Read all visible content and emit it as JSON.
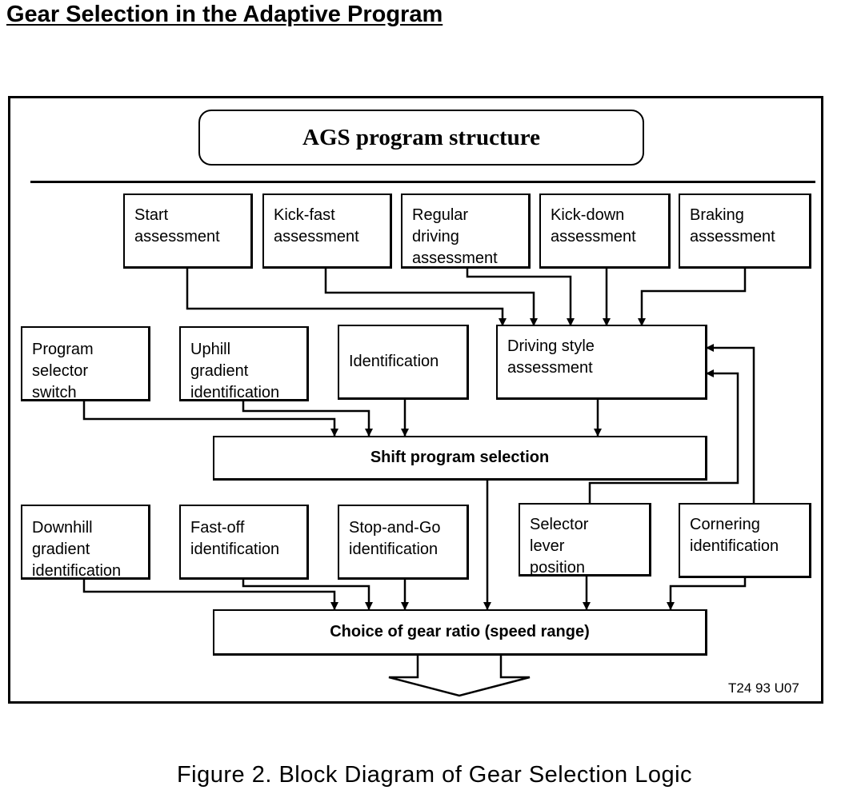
{
  "page_title": "Gear Selection in the Adaptive Program",
  "diagram_title": "AGS program structure",
  "assessments": {
    "start": "Start\nassessment",
    "kick_fast": "Kick-fast\nassessment",
    "regular_driving": "Regular\ndriving\nassessment",
    "kick_down": "Kick-down\nassessment",
    "braking": "Braking\nassessment"
  },
  "inputs_upper": {
    "program_selector": "Program\nselector\nswitch",
    "uphill": "Uphill\ngradient\nidentification",
    "identification": "Identification",
    "driving_style": "Driving style\nassessment"
  },
  "shift_program_selection": "Shift program selection",
  "inputs_lower": {
    "downhill": "Downhill\ngradient\nidentification",
    "fast_off": "Fast-off\nidentification",
    "stop_and_go": "Stop-and-Go\nidentification",
    "selector_lever": "Selector\nlever\nposition",
    "cornering": "Cornering\nidentification"
  },
  "gear_ratio_choice": "Choice of gear ratio (speed range)",
  "figure_code": "T24 93 U07",
  "caption": "Figure 2. Block Diagram of Gear Selection Logic"
}
